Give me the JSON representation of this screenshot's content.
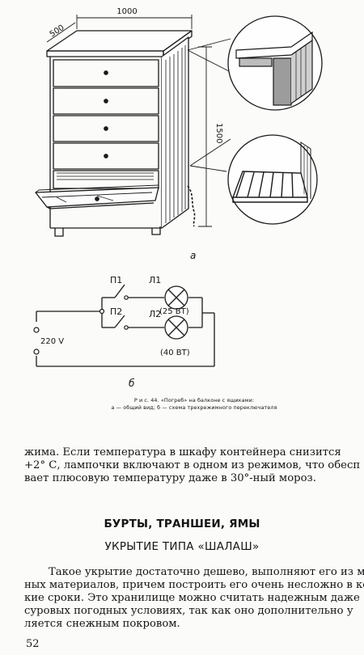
{
  "figure": {
    "label_a": "а",
    "label_b": "б",
    "dim_width": "1000",
    "dim_depth": "500",
    "dim_height": "1500",
    "switch_1": "П1",
    "switch_2": "П2",
    "lamp_1": "Л1",
    "lamp_2": "Л2",
    "lamp_1_power": "(25 ВТ)",
    "lamp_2_power": "(40 ВТ)",
    "voltage": "220 V"
  },
  "caption": {
    "line1": "Р и с. 44. «Погреб» на балконе с ящиками:",
    "line2": "а — общий вид; б — схема трехрежимного переключателя"
  },
  "paragraph1": [
    "жима. Если температура в шкафу контейнера снизится",
    "+2° С, лампочки включают в одном из режимов, что обесп",
    "вает плюсовую температуру даже в 30°-ный мороз."
  ],
  "section_heading": "БУРТЫ, ТРАНШЕИ, ЯМЫ",
  "subsection_heading": "УКРЫТИЕ ТИПА «ШАЛАШ»",
  "paragraph2": [
    "Такое укрытие достаточно дешево, выполняют его из м",
    "ных материалов, причем построить его очень несложно в ко",
    "кие сроки. Это хранилище можно считать надежным даже",
    "суровых погодных условиях, так как оно дополнительно у",
    "ляется снежным покровом."
  ],
  "page_number": "52"
}
